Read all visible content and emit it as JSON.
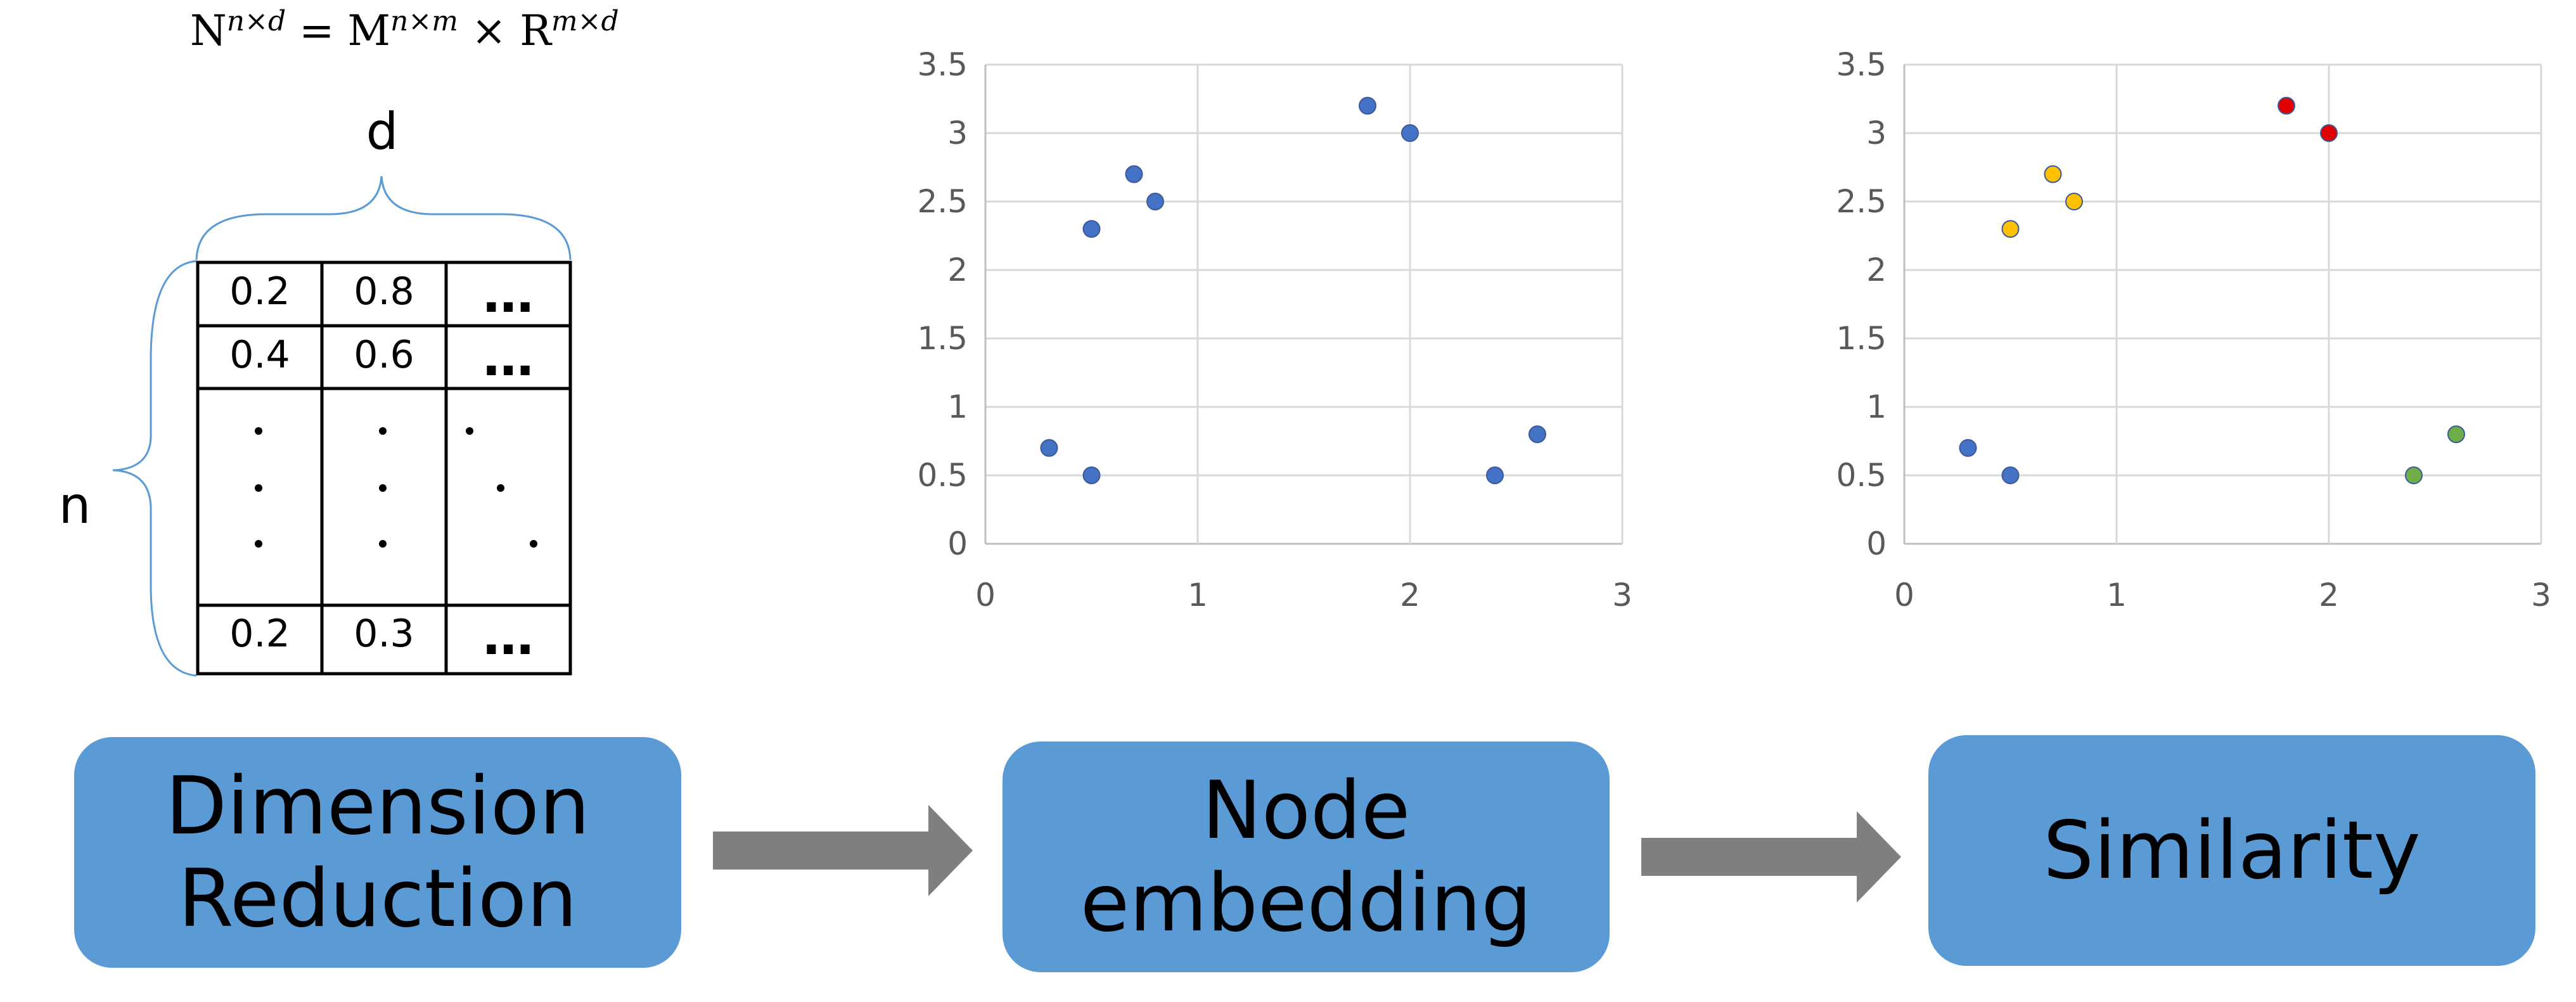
{
  "formula": {
    "n_base": "N",
    "n_sup": "n×d",
    "eq": "=",
    "m_base": "M",
    "m_sup": "n×m",
    "times": "×",
    "r_base": "R",
    "r_sup": "m×d"
  },
  "matrix": {
    "col_label": "d",
    "row_label": "n",
    "rows": [
      [
        "0.2",
        "0.8",
        "…"
      ],
      [
        "0.4",
        "0.6",
        "…"
      ],
      [
        "0.2",
        "0.3",
        "…"
      ]
    ]
  },
  "chart_data": [
    {
      "type": "scatter",
      "title": "",
      "xlabel": "",
      "ylabel": "",
      "xlim": [
        0,
        3
      ],
      "ylim": [
        0,
        3.5
      ],
      "xticks": [
        "0",
        "1",
        "2",
        "3"
      ],
      "yticks": [
        "0",
        "0.5",
        "1",
        "1.5",
        "2",
        "2.5",
        "3",
        "3.5"
      ],
      "grid": true,
      "points": [
        {
          "x": 0.3,
          "y": 0.7,
          "color": "#4472c4"
        },
        {
          "x": 0.5,
          "y": 0.5,
          "color": "#4472c4"
        },
        {
          "x": 0.5,
          "y": 2.3,
          "color": "#4472c4"
        },
        {
          "x": 0.7,
          "y": 2.7,
          "color": "#4472c4"
        },
        {
          "x": 0.8,
          "y": 2.5,
          "color": "#4472c4"
        },
        {
          "x": 1.8,
          "y": 3.2,
          "color": "#4472c4"
        },
        {
          "x": 2.0,
          "y": 3.0,
          "color": "#4472c4"
        },
        {
          "x": 2.4,
          "y": 0.5,
          "color": "#4472c4"
        },
        {
          "x": 2.6,
          "y": 0.8,
          "color": "#4472c4"
        }
      ]
    },
    {
      "type": "scatter",
      "title": "",
      "xlabel": "",
      "ylabel": "",
      "xlim": [
        0,
        3
      ],
      "ylim": [
        0,
        3.5
      ],
      "xticks": [
        "0",
        "1",
        "2",
        "3"
      ],
      "yticks": [
        "0",
        "0.5",
        "1",
        "1.5",
        "2",
        "2.5",
        "3",
        "3.5"
      ],
      "grid": true,
      "points": [
        {
          "x": 0.3,
          "y": 0.7,
          "color": "#4472c4"
        },
        {
          "x": 0.5,
          "y": 0.5,
          "color": "#4472c4"
        },
        {
          "x": 0.5,
          "y": 2.3,
          "color": "#ffc000"
        },
        {
          "x": 0.7,
          "y": 2.7,
          "color": "#ffc000"
        },
        {
          "x": 0.8,
          "y": 2.5,
          "color": "#ffc000"
        },
        {
          "x": 1.8,
          "y": 3.2,
          "color": "#e00000"
        },
        {
          "x": 2.0,
          "y": 3.0,
          "color": "#e00000"
        },
        {
          "x": 2.4,
          "y": 0.5,
          "color": "#70ad47"
        },
        {
          "x": 2.6,
          "y": 0.8,
          "color": "#70ad47"
        }
      ]
    }
  ],
  "stages": [
    {
      "label": "Dimension\nReduction"
    },
    {
      "label": "Node\nembedding"
    },
    {
      "label": "Similarity"
    }
  ],
  "colors": {
    "stage_fill": "#5b9bd5",
    "arrow": "#7f7f7f",
    "brace": "#5b9bd5",
    "grid": "#d9d9d9",
    "axis": "#bfbfbf"
  }
}
